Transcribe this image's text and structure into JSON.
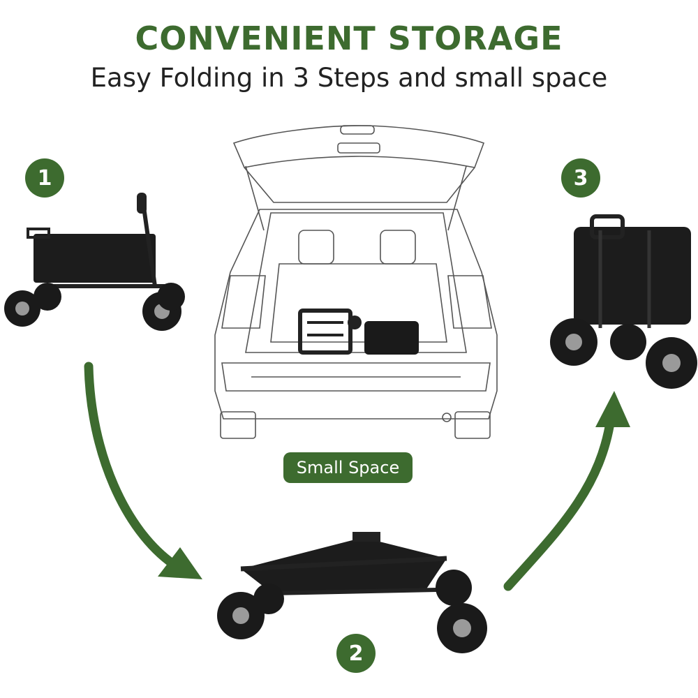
{
  "header": {
    "title": "CONVENIENT STORAGE",
    "subtitle": "Easy Folding in 3 Steps and small space"
  },
  "steps": [
    {
      "number": "1",
      "image": "wagon-unfolded"
    },
    {
      "number": "2",
      "image": "wagon-collapsing"
    },
    {
      "number": "3",
      "image": "wagon-folded"
    }
  ],
  "center": {
    "image": "suv-open-trunk",
    "label": "Small Space"
  },
  "colors": {
    "accent": "#3d6b2f",
    "text": "#222222",
    "background": "#ffffff"
  }
}
